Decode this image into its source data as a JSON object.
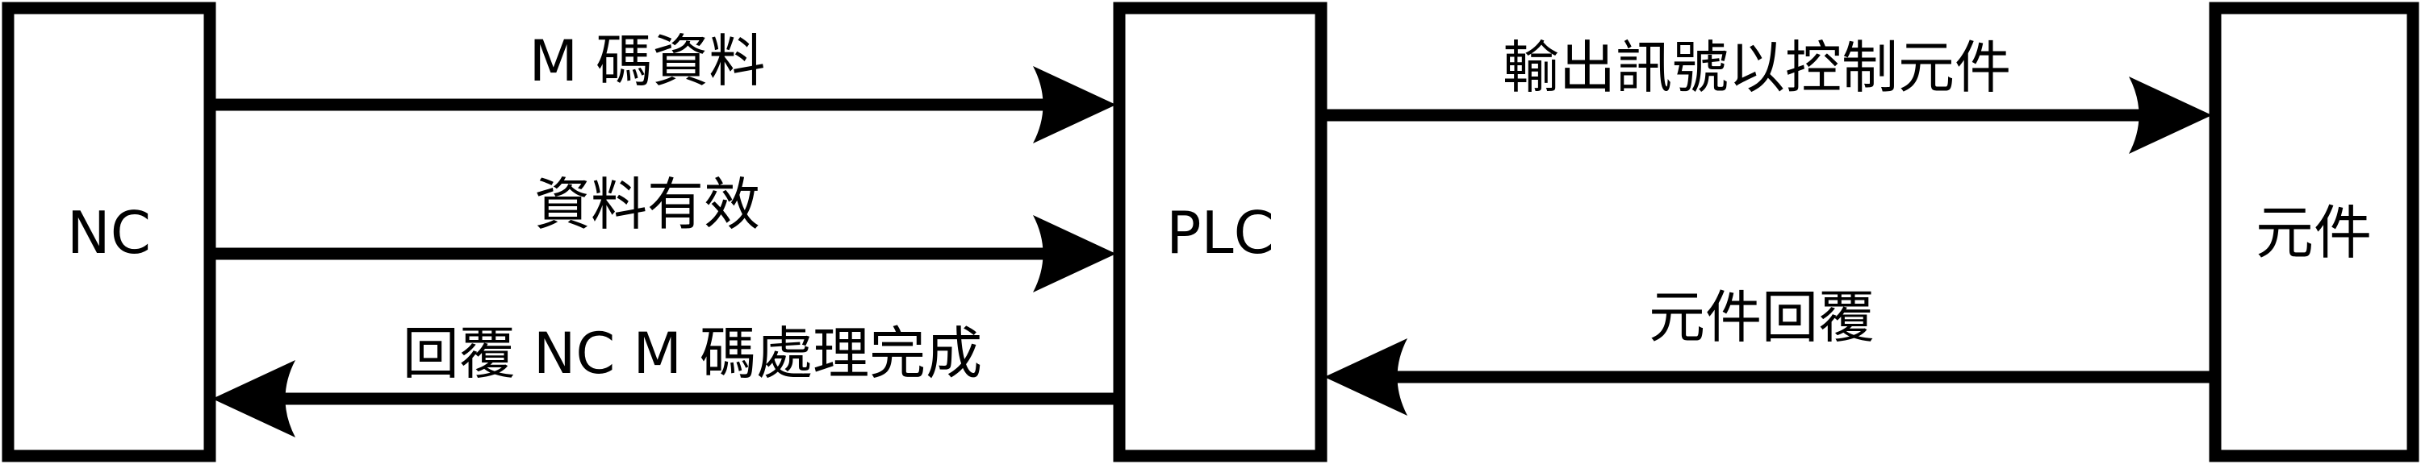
{
  "nodes": {
    "nc": {
      "label": "NC"
    },
    "plc": {
      "label": "PLC"
    },
    "component": {
      "label": "元件"
    }
  },
  "arrows": {
    "nc_to_plc_m_code": {
      "label": "M 碼資料",
      "from": "NC",
      "to": "PLC"
    },
    "nc_to_plc_data_valid": {
      "label": "資料有效",
      "from": "NC",
      "to": "PLC"
    },
    "plc_to_nc_reply": {
      "label": "回覆 NC M 碼處理完成",
      "from": "PLC",
      "to": "NC"
    },
    "plc_to_component_output": {
      "label": "輸出訊號以控制元件",
      "from": "PLC",
      "to": "元件"
    },
    "component_to_plc_reply": {
      "label": "元件回覆",
      "from": "元件",
      "to": "PLC"
    }
  },
  "colors": {
    "stroke": "#000000",
    "background": "#ffffff"
  }
}
